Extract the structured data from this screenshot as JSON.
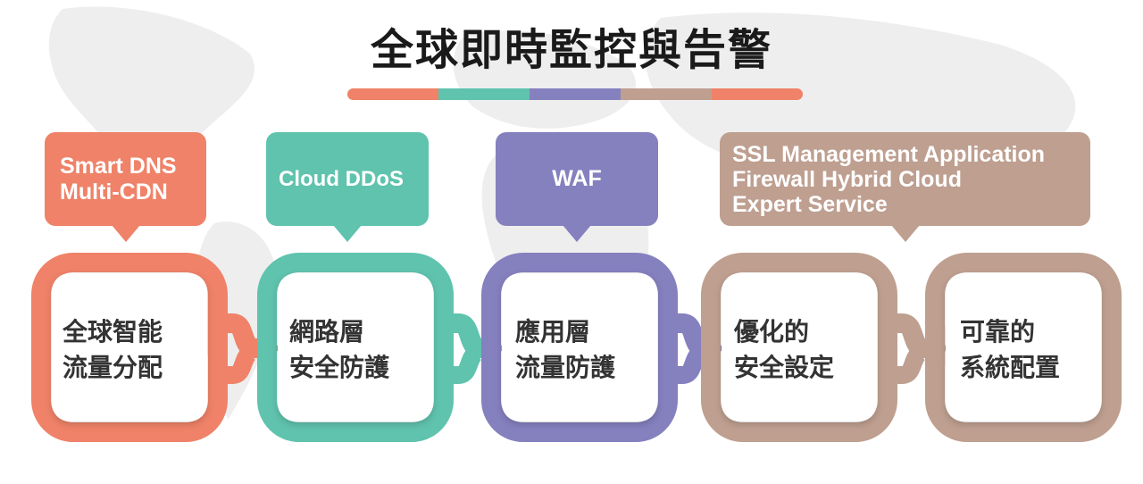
{
  "title": "全球即時監控與告警",
  "colors": {
    "orange": "#EF8268",
    "teal": "#5FC3AE",
    "purple": "#8580BE",
    "taupe": "#BE9F90",
    "map": "#EBEBEB"
  },
  "color_bar": [
    "#EF8268",
    "#5FC3AE",
    "#8580BE",
    "#BE9F90",
    "#EF8268"
  ],
  "callouts": [
    {
      "lines": [
        "Smart DNS",
        "Multi-CDN"
      ],
      "color": "#EF8268"
    },
    {
      "lines": [
        "Cloud DDoS"
      ],
      "color": "#5FC3AE"
    },
    {
      "lines": [
        "WAF"
      ],
      "color": "#8580BE"
    },
    {
      "lines": [
        "SSL Management Application",
        "Firewall Hybrid Cloud",
        "Expert Service"
      ],
      "color": "#BE9F90"
    }
  ],
  "steps": [
    {
      "lines": [
        "全球智能",
        "流量分配"
      ],
      "color": "#EF8268"
    },
    {
      "lines": [
        "網路層",
        "安全防護"
      ],
      "color": "#5FC3AE"
    },
    {
      "lines": [
        "應用層",
        "流量防護"
      ],
      "color": "#8580BE"
    },
    {
      "lines": [
        "優化的",
        "安全設定"
      ],
      "color": "#BE9F90"
    },
    {
      "lines": [
        "可靠的",
        "系統配置"
      ],
      "color": "#BE9F90"
    }
  ]
}
